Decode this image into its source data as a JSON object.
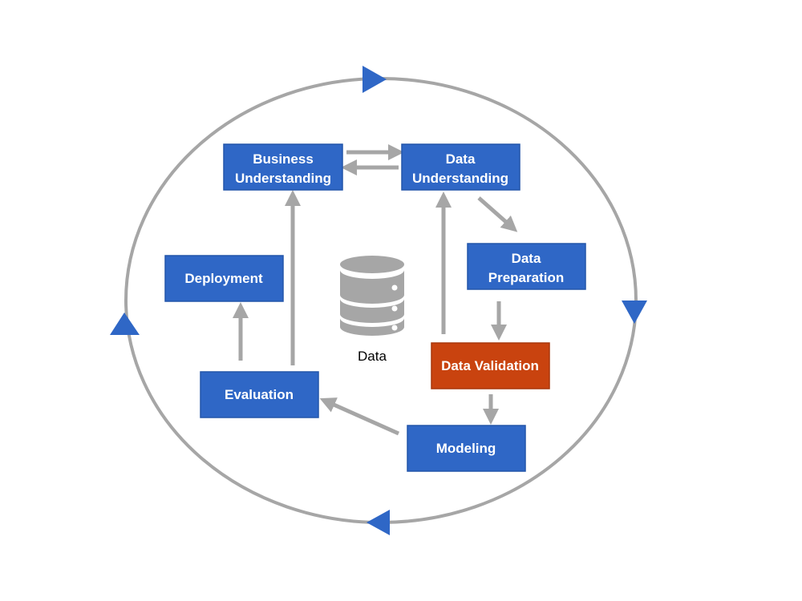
{
  "diagram": {
    "colors": {
      "box_fill": "#2f67c6",
      "box_border": "#2456aa",
      "highlight_fill": "#c9430f",
      "highlight_border": "#a8370b",
      "arrow": "#a6a6a6",
      "cycle_ring": "#a6a6a6",
      "cycle_marker": "#2f67c6",
      "database": "#a6a6a6"
    },
    "steps": {
      "business_understanding": {
        "line1": "Business",
        "line2": "Understanding"
      },
      "data_understanding": {
        "line1": "Data",
        "line2": "Understanding"
      },
      "data_preparation": {
        "line1": "Data",
        "line2": "Preparation"
      },
      "data_validation": {
        "label": "Data Validation",
        "highlighted": true
      },
      "modeling": {
        "label": "Modeling"
      },
      "evaluation": {
        "label": "Evaluation"
      },
      "deployment": {
        "label": "Deployment"
      }
    },
    "center": {
      "icon": "database-icon",
      "label": "Data"
    }
  }
}
